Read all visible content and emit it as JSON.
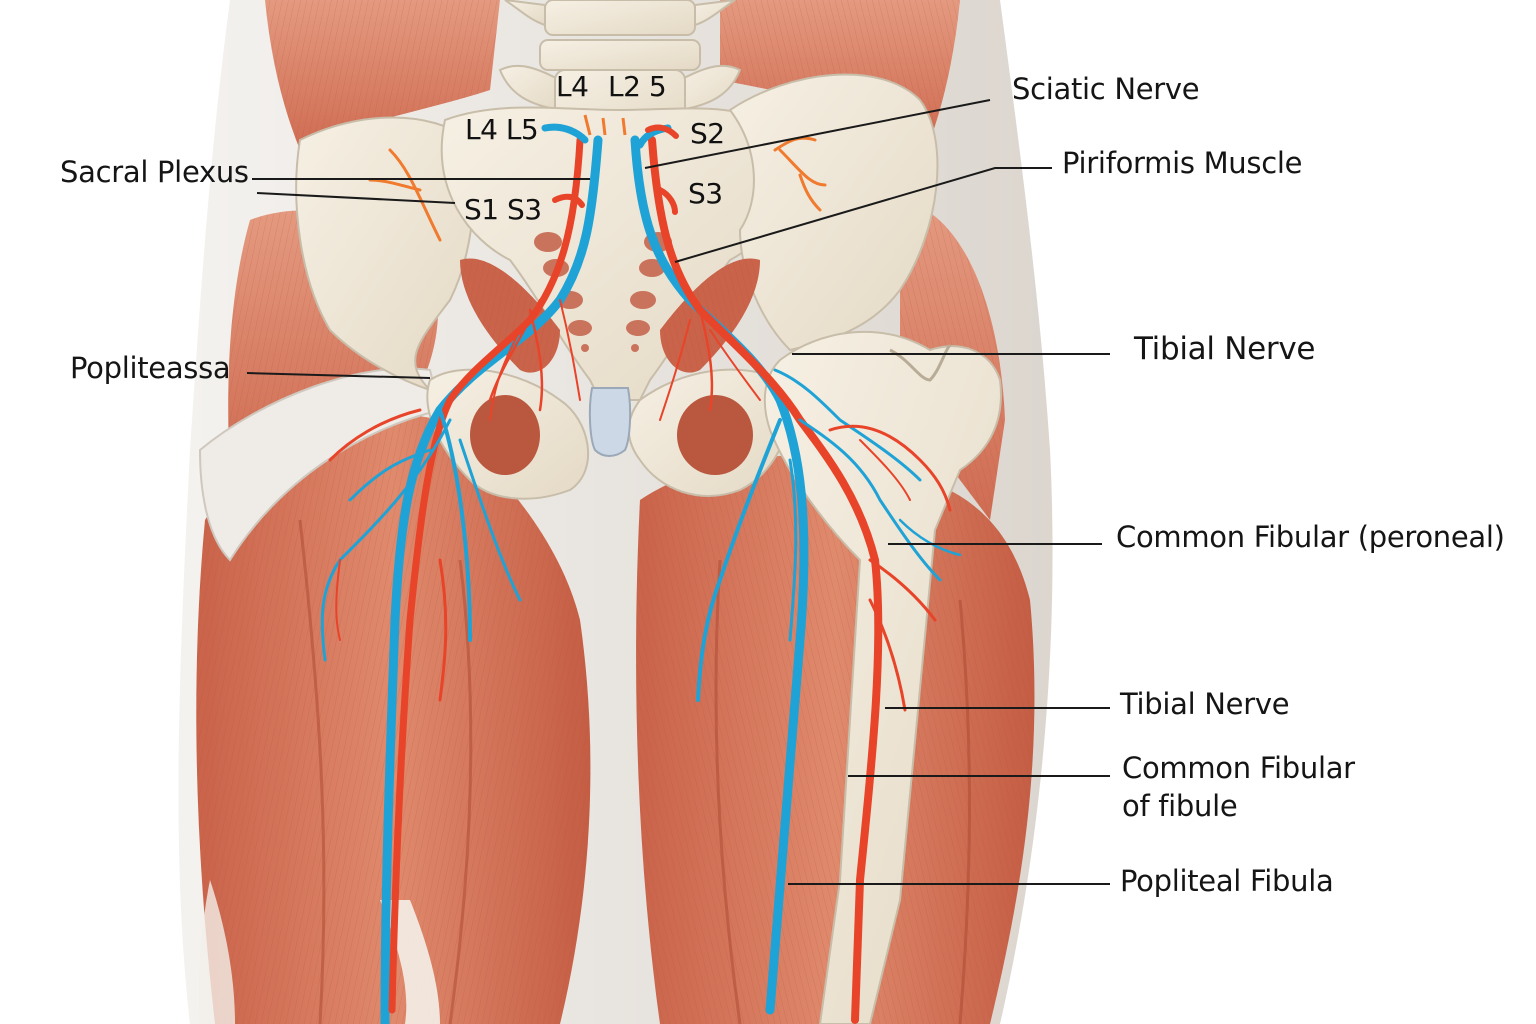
{
  "diagram": {
    "subject": "Posterior pelvis and thigh showing sacral plexus, sciatic nerve and branches",
    "colors": {
      "background": "#ffffff",
      "muscle": "#d9765a",
      "muscle_dark": "#b9543d",
      "bone": "#efe7d8",
      "bone_shadow": "#d8ccb6",
      "fascia": "#ede9e4",
      "nerve_red": "#e8442a",
      "nerve_blue": "#1fa3d6",
      "nerve_orange": "#f07a2e",
      "cartilage": "#c9d6e6",
      "leader_line": "#1a1a1a"
    },
    "vertebra_labels": [
      {
        "id": "L4-top",
        "text": "L4"
      },
      {
        "id": "L2-5-top",
        "text": "L2 5"
      },
      {
        "id": "L4-L5-left",
        "text": "L4 L5"
      },
      {
        "id": "S2-right",
        "text": "S2"
      },
      {
        "id": "S1-S3-left",
        "text": "S1 S3"
      },
      {
        "id": "S3-right",
        "text": "S3"
      }
    ],
    "labels_left": [
      {
        "id": "sacral-plexus",
        "text": "Sacral Plexus"
      },
      {
        "id": "popliteassa",
        "text": "Popliteassa"
      }
    ],
    "labels_right": [
      {
        "id": "sciatic-nerve",
        "text": "Sciatic Nerve"
      },
      {
        "id": "piriformis-muscle",
        "text": "Piriformis Muscle"
      },
      {
        "id": "tibial-nerve-upper",
        "text": "Tibial Nerve"
      },
      {
        "id": "common-fibular-peroneal",
        "text": "Common Fibular (peroneal)"
      },
      {
        "id": "tibial-nerve-lower",
        "text": "Tibial Nerve"
      },
      {
        "id": "common-fibular-of-fibule-line1",
        "text": "Common Fibular"
      },
      {
        "id": "common-fibular-of-fibule-line2",
        "text": "of fibule"
      },
      {
        "id": "popliteal-fibula",
        "text": "Popliteal Fibula"
      }
    ]
  }
}
